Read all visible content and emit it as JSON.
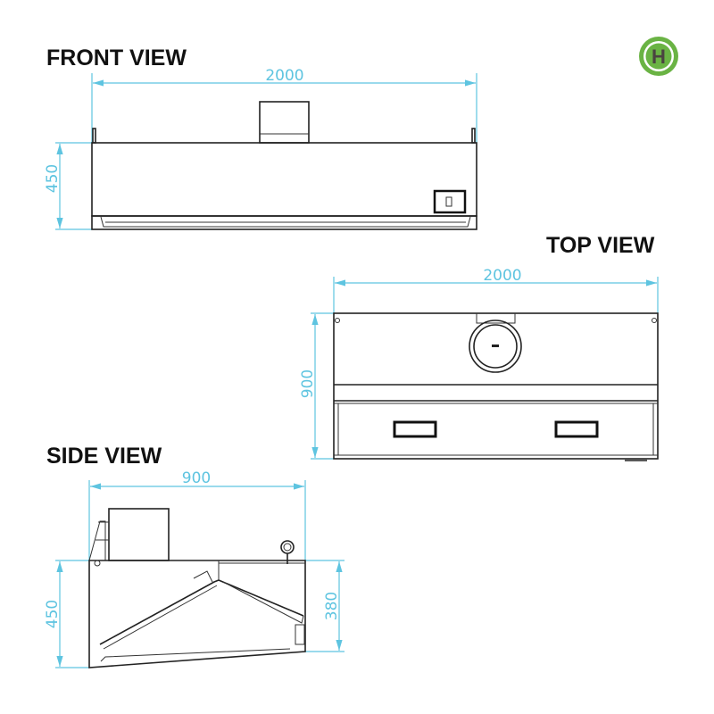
{
  "views": {
    "front": {
      "title": "FRONT VIEW",
      "width_dim": "2000",
      "height_dim": "450"
    },
    "top": {
      "title": "TOP VIEW",
      "width_dim": "2000",
      "depth_dim": "900"
    },
    "side": {
      "title": "SIDE VIEW",
      "depth_dim": "900",
      "height_dim": "450",
      "front_height_dim": "380"
    }
  },
  "logo": {
    "letter": "H",
    "ring_color": "#6ab344",
    "letter_color": "#4a4340"
  },
  "colors": {
    "dimension": "#5ec4e0",
    "outline": "#222222"
  }
}
